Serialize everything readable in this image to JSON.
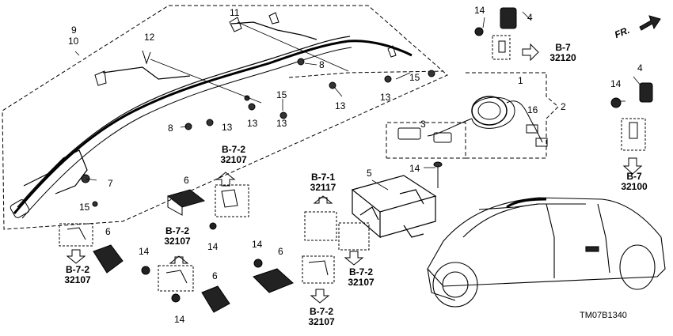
{
  "diagram_code": "TM07B1340",
  "direction_label": "FR.",
  "part_labels": {
    "p9": "9",
    "p10": "10",
    "p11": "11",
    "p12": "12",
    "p8a": "8",
    "p8b": "8",
    "p15a": "15",
    "p15b": "15",
    "p15c": "15",
    "p13a": "13",
    "p13b": "13",
    "p13c": "13",
    "p13d": "13",
    "p13e": "13",
    "p7": "7",
    "p14a": "14",
    "p14b": "14",
    "p14c": "14",
    "p14d": "14",
    "p14e": "14",
    "p14f": "14",
    "p14g": "14",
    "p4a": "4",
    "p4b": "4",
    "p1": "1",
    "p2": "2",
    "p3": "3",
    "p16": "16",
    "p5": "5",
    "p6a": "6",
    "p6b": "6",
    "p6c": "6",
    "p6d": "6"
  },
  "references": {
    "r1": {
      "page": "B-7",
      "code": "32120"
    },
    "r2": {
      "page": "B-7",
      "code": "32100"
    },
    "r3": {
      "page": "B-7-2",
      "code": "32107"
    },
    "r4": {
      "page": "B-7-1",
      "code": "32117"
    },
    "r5": {
      "page": "B-7-2",
      "code": "32107"
    },
    "r6": {
      "page": "B-7-2",
      "code": "32107"
    },
    "r7": {
      "page": "B-7-2",
      "code": "32107"
    },
    "r8": {
      "page": "B-7-2",
      "code": "32107"
    }
  }
}
